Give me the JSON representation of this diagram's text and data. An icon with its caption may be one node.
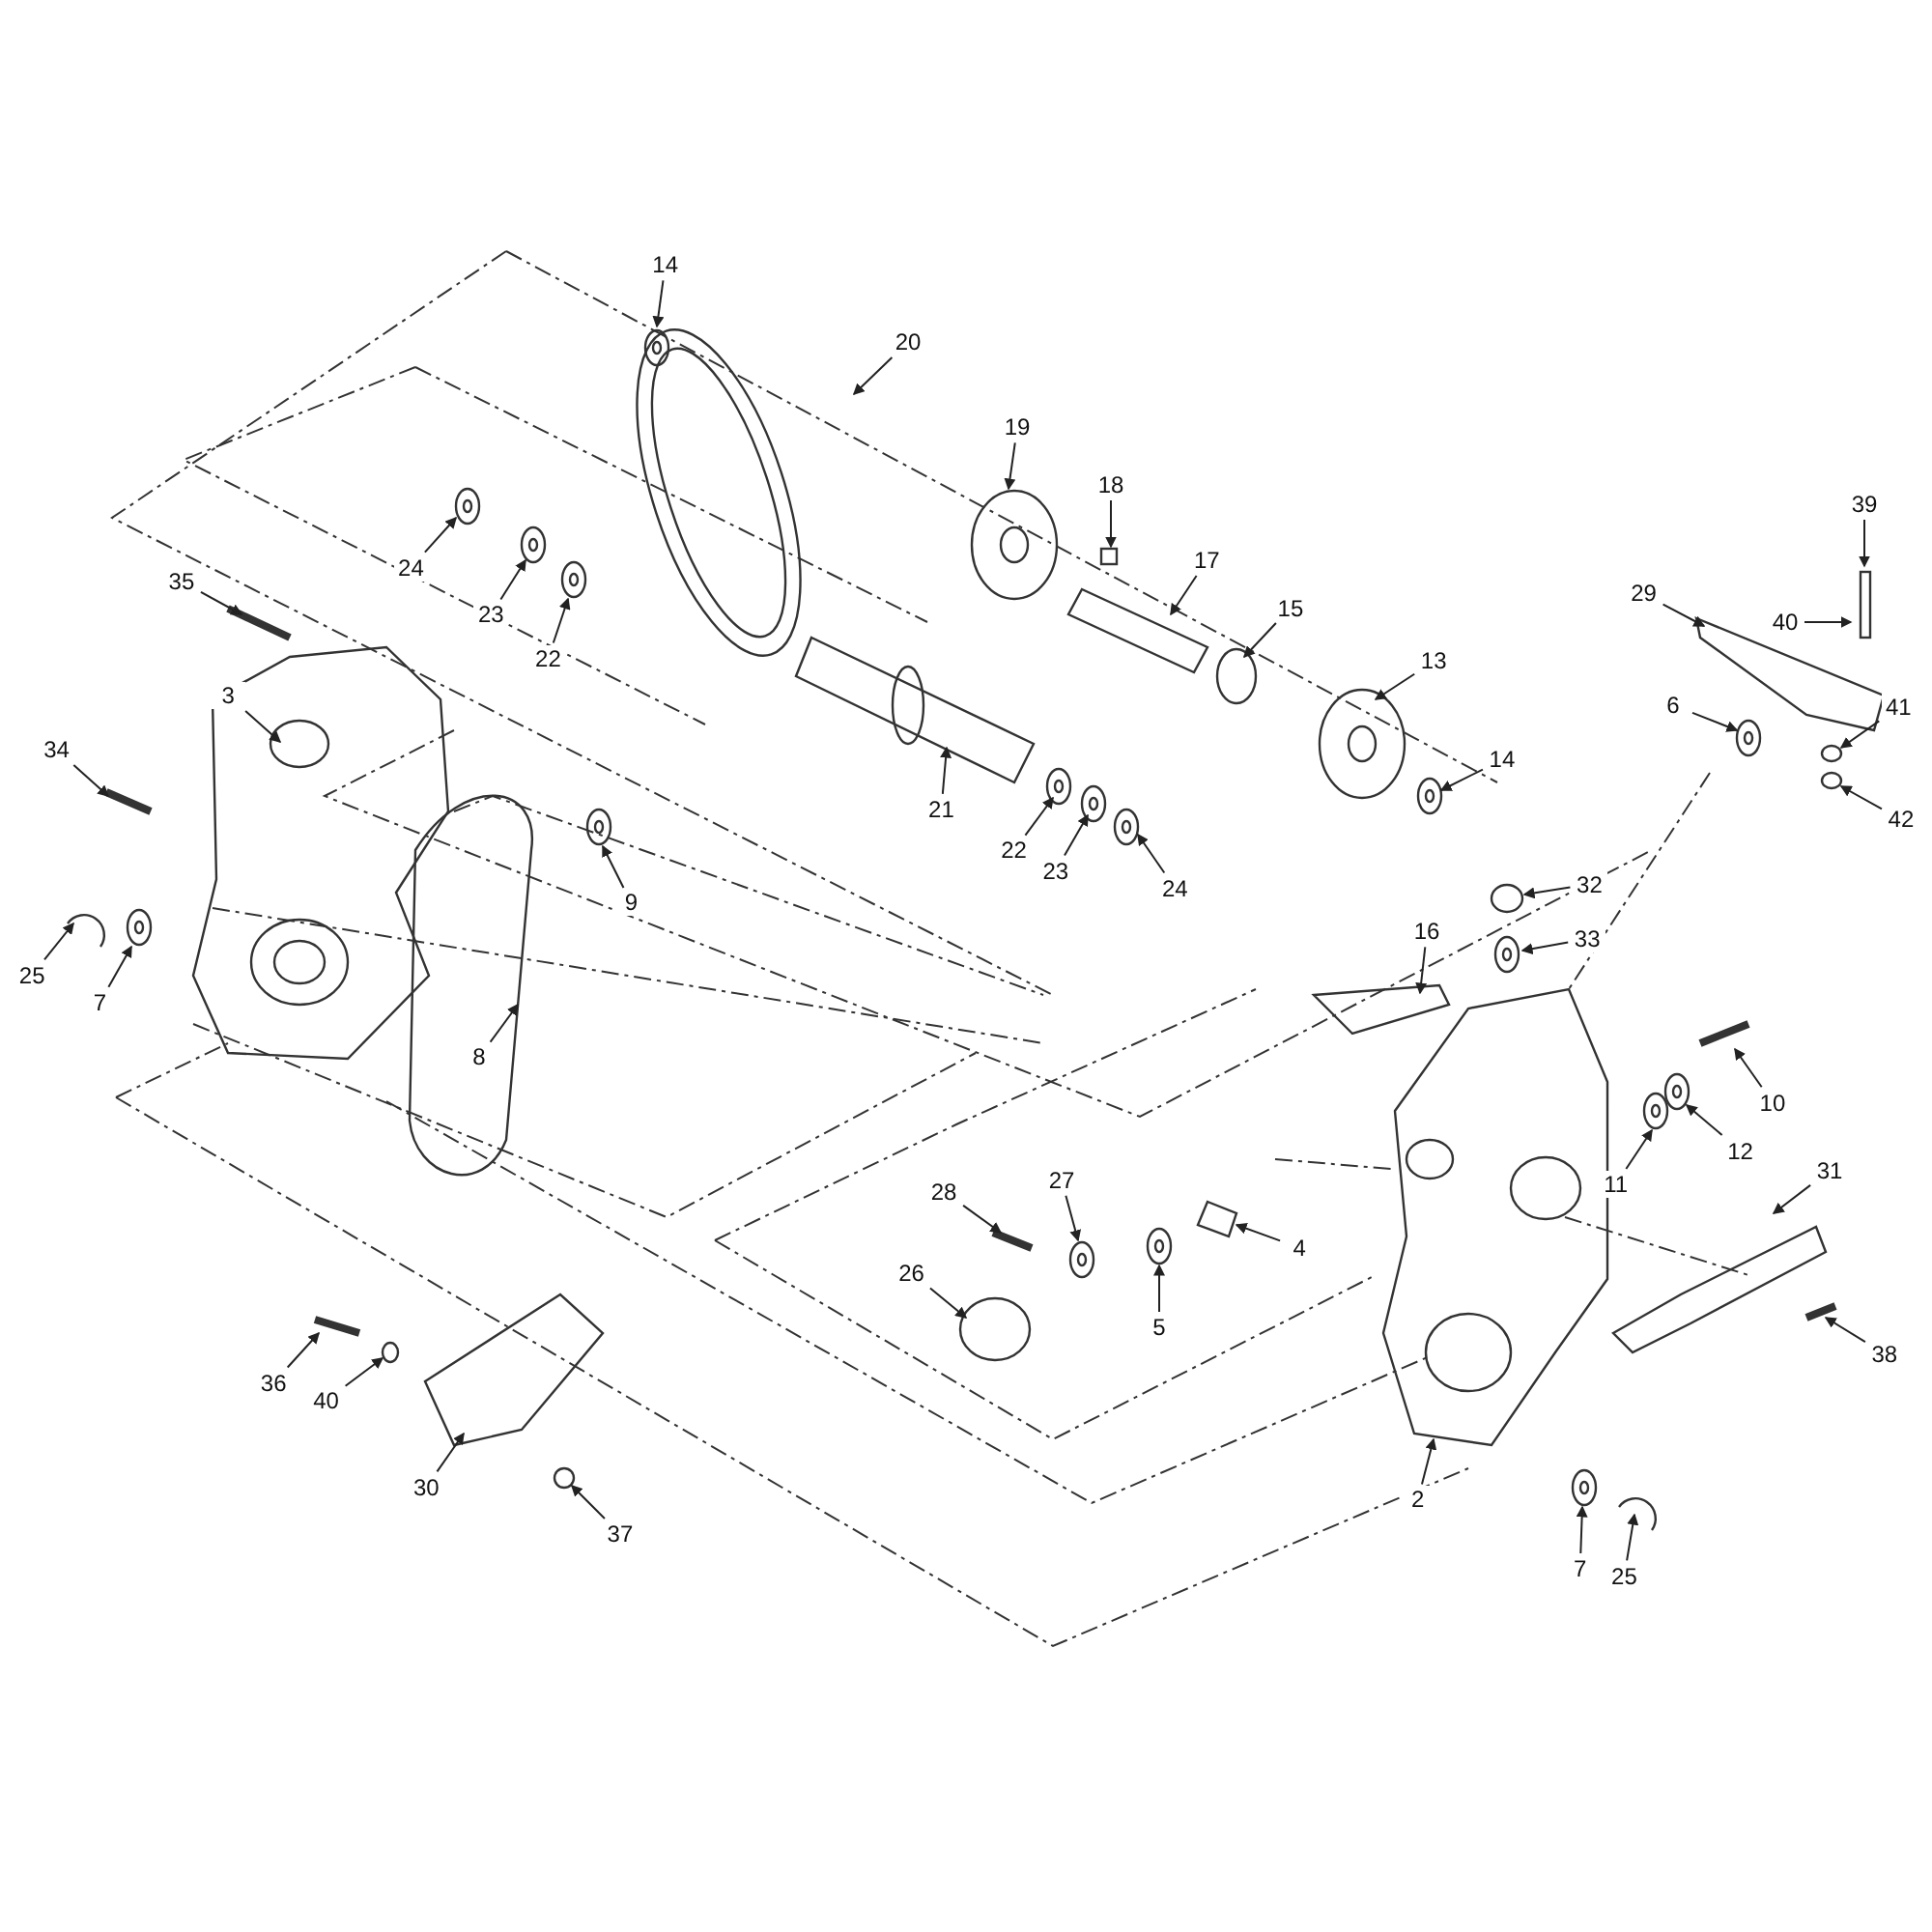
{
  "diagram": {
    "nodes": [
      {
        "text": [
          "14"
        ]
      },
      {
        "text": [
          "20"
        ]
      },
      {
        "text": [
          "19"
        ]
      },
      {
        "text": [
          "18"
        ]
      },
      {
        "text": [
          "17"
        ]
      },
      {
        "text": [
          "24"
        ]
      },
      {
        "text": [
          "23"
        ]
      },
      {
        "text": [
          "22"
        ]
      },
      {
        "text": [
          "35"
        ]
      },
      {
        "text": [
          "3"
        ]
      },
      {
        "text": [
          "15"
        ]
      },
      {
        "text": [
          "13"
        ]
      },
      {
        "text": [
          "21"
        ]
      },
      {
        "text": [
          "22"
        ]
      },
      {
        "text": [
          "23"
        ]
      },
      {
        "text": [
          "24"
        ]
      },
      {
        "text": [
          "14"
        ]
      },
      {
        "text": [
          "34"
        ]
      },
      {
        "text": [
          "25"
        ]
      },
      {
        "text": [
          "7"
        ]
      },
      {
        "text": [
          "9"
        ]
      },
      {
        "text": [
          "8"
        ]
      },
      {
        "text": [
          "29"
        ]
      },
      {
        "text": [
          "39"
        ]
      },
      {
        "text": [
          "40"
        ]
      },
      {
        "text": [
          "6"
        ]
      },
      {
        "text": [
          "41"
        ]
      },
      {
        "text": [
          "42"
        ]
      },
      {
        "text": [
          "32"
        ]
      },
      {
        "text": [
          "33"
        ]
      },
      {
        "text": [
          "16"
        ]
      },
      {
        "text": [
          "10"
        ]
      },
      {
        "text": [
          "12"
        ]
      },
      {
        "text": [
          "11"
        ]
      },
      {
        "text": [
          "28"
        ]
      },
      {
        "text": [
          "27"
        ]
      },
      {
        "text": [
          "4"
        ]
      },
      {
        "text": [
          "5"
        ]
      },
      {
        "text": [
          "26"
        ]
      },
      {
        "text": [
          "31"
        ]
      },
      {
        "text": [
          "38"
        ]
      },
      {
        "text": [
          "36"
        ]
      },
      {
        "text": [
          "40"
        ]
      },
      {
        "text": [
          "30"
        ]
      },
      {
        "text": [
          "37"
        ]
      },
      {
        "text": [
          "2"
        ]
      },
      {
        "text": [
          "7"
        ]
      },
      {
        "text": [
          "25"
        ]
      }
    ],
    "edges": [
      {
        "from": 0,
        "to": null,
        "arrow": "to"
      },
      {
        "from": 1,
        "to": null,
        "arrow": "to"
      },
      {
        "from": 2,
        "to": null,
        "arrow": "to"
      },
      {
        "from": 3,
        "to": null,
        "arrow": "to"
      },
      {
        "from": 4,
        "to": null,
        "arrow": "to"
      },
      {
        "from": 5,
        "to": null,
        "arrow": "to"
      },
      {
        "from": 6,
        "to": null,
        "arrow": "to"
      },
      {
        "from": 7,
        "to": null,
        "arrow": "to"
      },
      {
        "from": 8,
        "to": null,
        "arrow": "to"
      },
      {
        "from": 9,
        "to": null,
        "arrow": "to"
      },
      {
        "from": 10,
        "to": null,
        "arrow": "to"
      },
      {
        "from": 11,
        "to": null,
        "arrow": "to"
      },
      {
        "from": 12,
        "to": null,
        "arrow": "to"
      },
      {
        "from": 13,
        "to": null,
        "arrow": "to"
      },
      {
        "from": 14,
        "to": null,
        "arrow": "to"
      },
      {
        "from": 15,
        "to": null,
        "arrow": "to"
      },
      {
        "from": 16,
        "to": null,
        "arrow": "to"
      },
      {
        "from": 17,
        "to": null,
        "arrow": "to"
      },
      {
        "from": 18,
        "to": null,
        "arrow": "to"
      },
      {
        "from": 19,
        "to": null,
        "arrow": "to"
      },
      {
        "from": 20,
        "to": null,
        "arrow": "to"
      },
      {
        "from": 21,
        "to": null,
        "arrow": "to"
      },
      {
        "from": 22,
        "to": null,
        "arrow": "to"
      },
      {
        "from": 23,
        "to": null,
        "arrow": "to"
      },
      {
        "from": 24,
        "to": null,
        "arrow": "to"
      },
      {
        "from": 25,
        "to": null,
        "arrow": "to"
      },
      {
        "from": 26,
        "to": null,
        "arrow": "to"
      },
      {
        "from": 27,
        "to": null,
        "arrow": "to"
      },
      {
        "from": 28,
        "to": null,
        "arrow": "to"
      },
      {
        "from": 29,
        "to": null,
        "arrow": "to"
      },
      {
        "from": 30,
        "to": null,
        "arrow": "to"
      },
      {
        "from": 31,
        "to": null,
        "arrow": "to"
      },
      {
        "from": 32,
        "to": null,
        "arrow": "to"
      },
      {
        "from": 33,
        "to": null,
        "arrow": "to"
      },
      {
        "from": 34,
        "to": null,
        "arrow": "to"
      },
      {
        "from": 35,
        "to": null,
        "arrow": "to"
      },
      {
        "from": 36,
        "to": null,
        "arrow": "to"
      },
      {
        "from": 37,
        "to": null,
        "arrow": "to"
      },
      {
        "from": 38,
        "to": null,
        "arrow": "to"
      },
      {
        "from": 39,
        "to": null,
        "arrow": "to"
      },
      {
        "from": 40,
        "to": null,
        "arrow": "to"
      },
      {
        "from": 41,
        "to": null,
        "arrow": "to"
      },
      {
        "from": 42,
        "to": null,
        "arrow": "to"
      },
      {
        "from": 43,
        "to": null,
        "arrow": "to"
      },
      {
        "from": 44,
        "to": null,
        "arrow": "to"
      },
      {
        "from": 45,
        "to": null,
        "arrow": "to"
      },
      {
        "from": 46,
        "to": null,
        "arrow": "to"
      },
      {
        "from": 47,
        "to": null,
        "arrow": "to"
      }
    ]
  }
}
